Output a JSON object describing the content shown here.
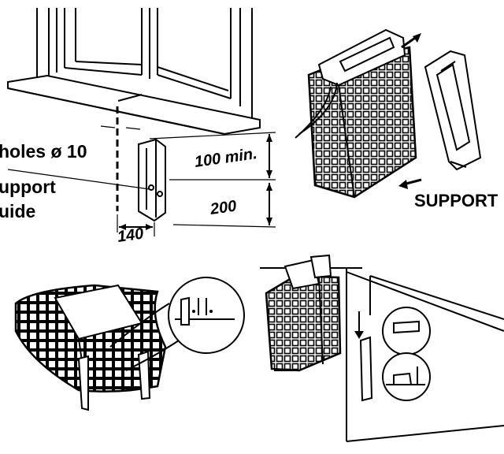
{
  "labels": {
    "holes": "holes ø 10",
    "support_guide_line1": "upport",
    "support_guide_line2": "uide",
    "support_right": "SUPPORT"
  },
  "dimensions": {
    "min_height": "100 min.",
    "height_200": "200",
    "width_140": "140"
  },
  "icons": [
    "window-frame",
    "bracket-plate",
    "outdoor-unit",
    "support-plate",
    "grille-mesh",
    "mounting-hands",
    "wall-mount-detail"
  ]
}
